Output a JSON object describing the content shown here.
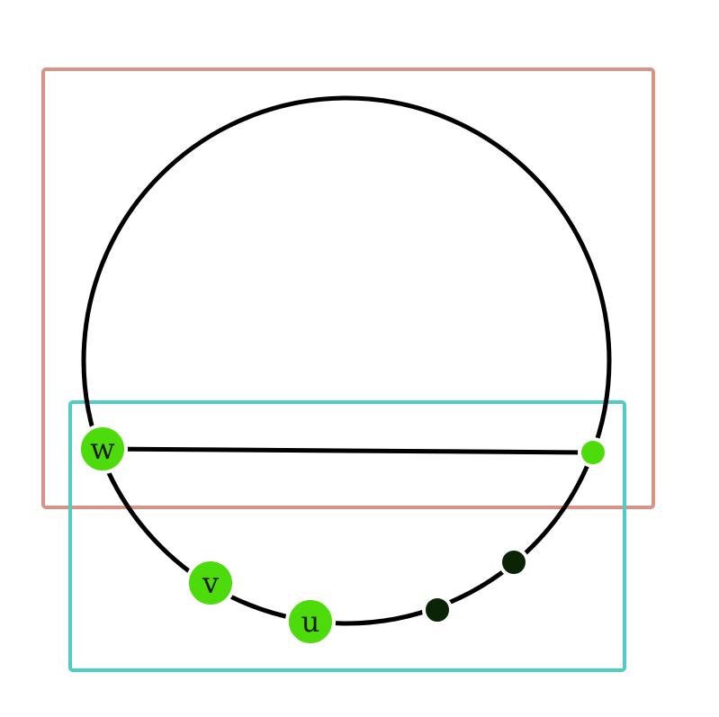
{
  "diagram": {
    "colors": {
      "background": "#ffffff",
      "outer_frame": "#d89384",
      "inner_frame": "#4fcdc4",
      "circle_stroke": "#000000",
      "edge": "#000000",
      "node_green": "#4ddb0b",
      "node_dark": "#0c2406",
      "label": "#1c1c1c"
    },
    "nodes": [
      {
        "id": "w",
        "label": "w",
        "style": "green-large"
      },
      {
        "id": "v",
        "label": "v",
        "style": "green-large"
      },
      {
        "id": "u",
        "label": "u",
        "style": "green-large"
      },
      {
        "id": "p1",
        "label": "",
        "style": "dark-small"
      },
      {
        "id": "p2",
        "label": "",
        "style": "dark-small"
      },
      {
        "id": "p3",
        "label": "",
        "style": "green-small"
      }
    ],
    "edges": [
      {
        "from": "w",
        "to": "p3"
      }
    ]
  }
}
